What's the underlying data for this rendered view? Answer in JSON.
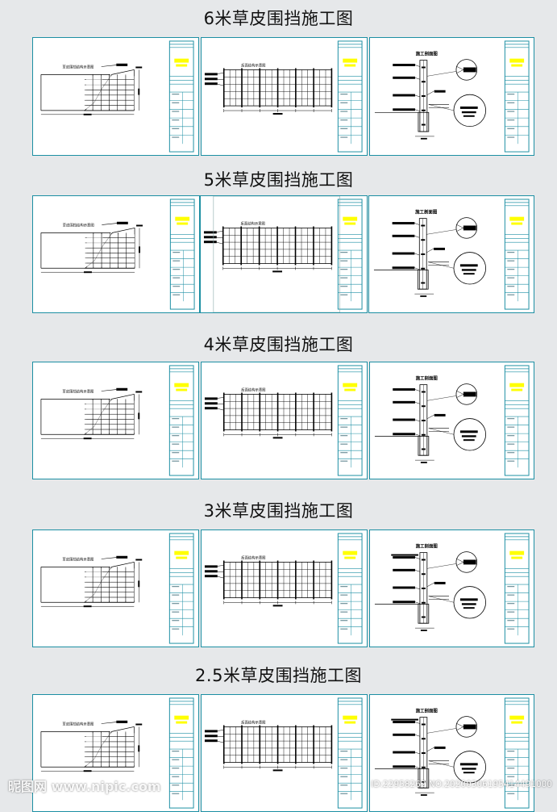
{
  "sections": [
    {
      "title": "6米草皮围挡施工图",
      "layout": "std",
      "details": 1
    },
    {
      "title": "5米草皮围挡施工图",
      "layout": "alt",
      "details": 1
    },
    {
      "title": "4米草皮围挡施工图",
      "layout": "std",
      "details": 1
    },
    {
      "title": "3米草皮围挡施工图",
      "layout": "std",
      "details": 2
    },
    {
      "title": "2.5米草皮围挡施工图",
      "layout": "std",
      "details": 2
    }
  ],
  "drawing_labels": {
    "elevation": "草皮围挡结构示意图",
    "back": "反面结构示意图",
    "section": "施工剖面图"
  },
  "watermark": {
    "brand": "昵图网 www.nipic.com",
    "id": "ID:22958262 NO:20200306195414491000"
  },
  "colors": {
    "frame": "#1c8fa3",
    "highlight": "#ffff00",
    "line": "#000000",
    "background": "#e6e8ea"
  }
}
